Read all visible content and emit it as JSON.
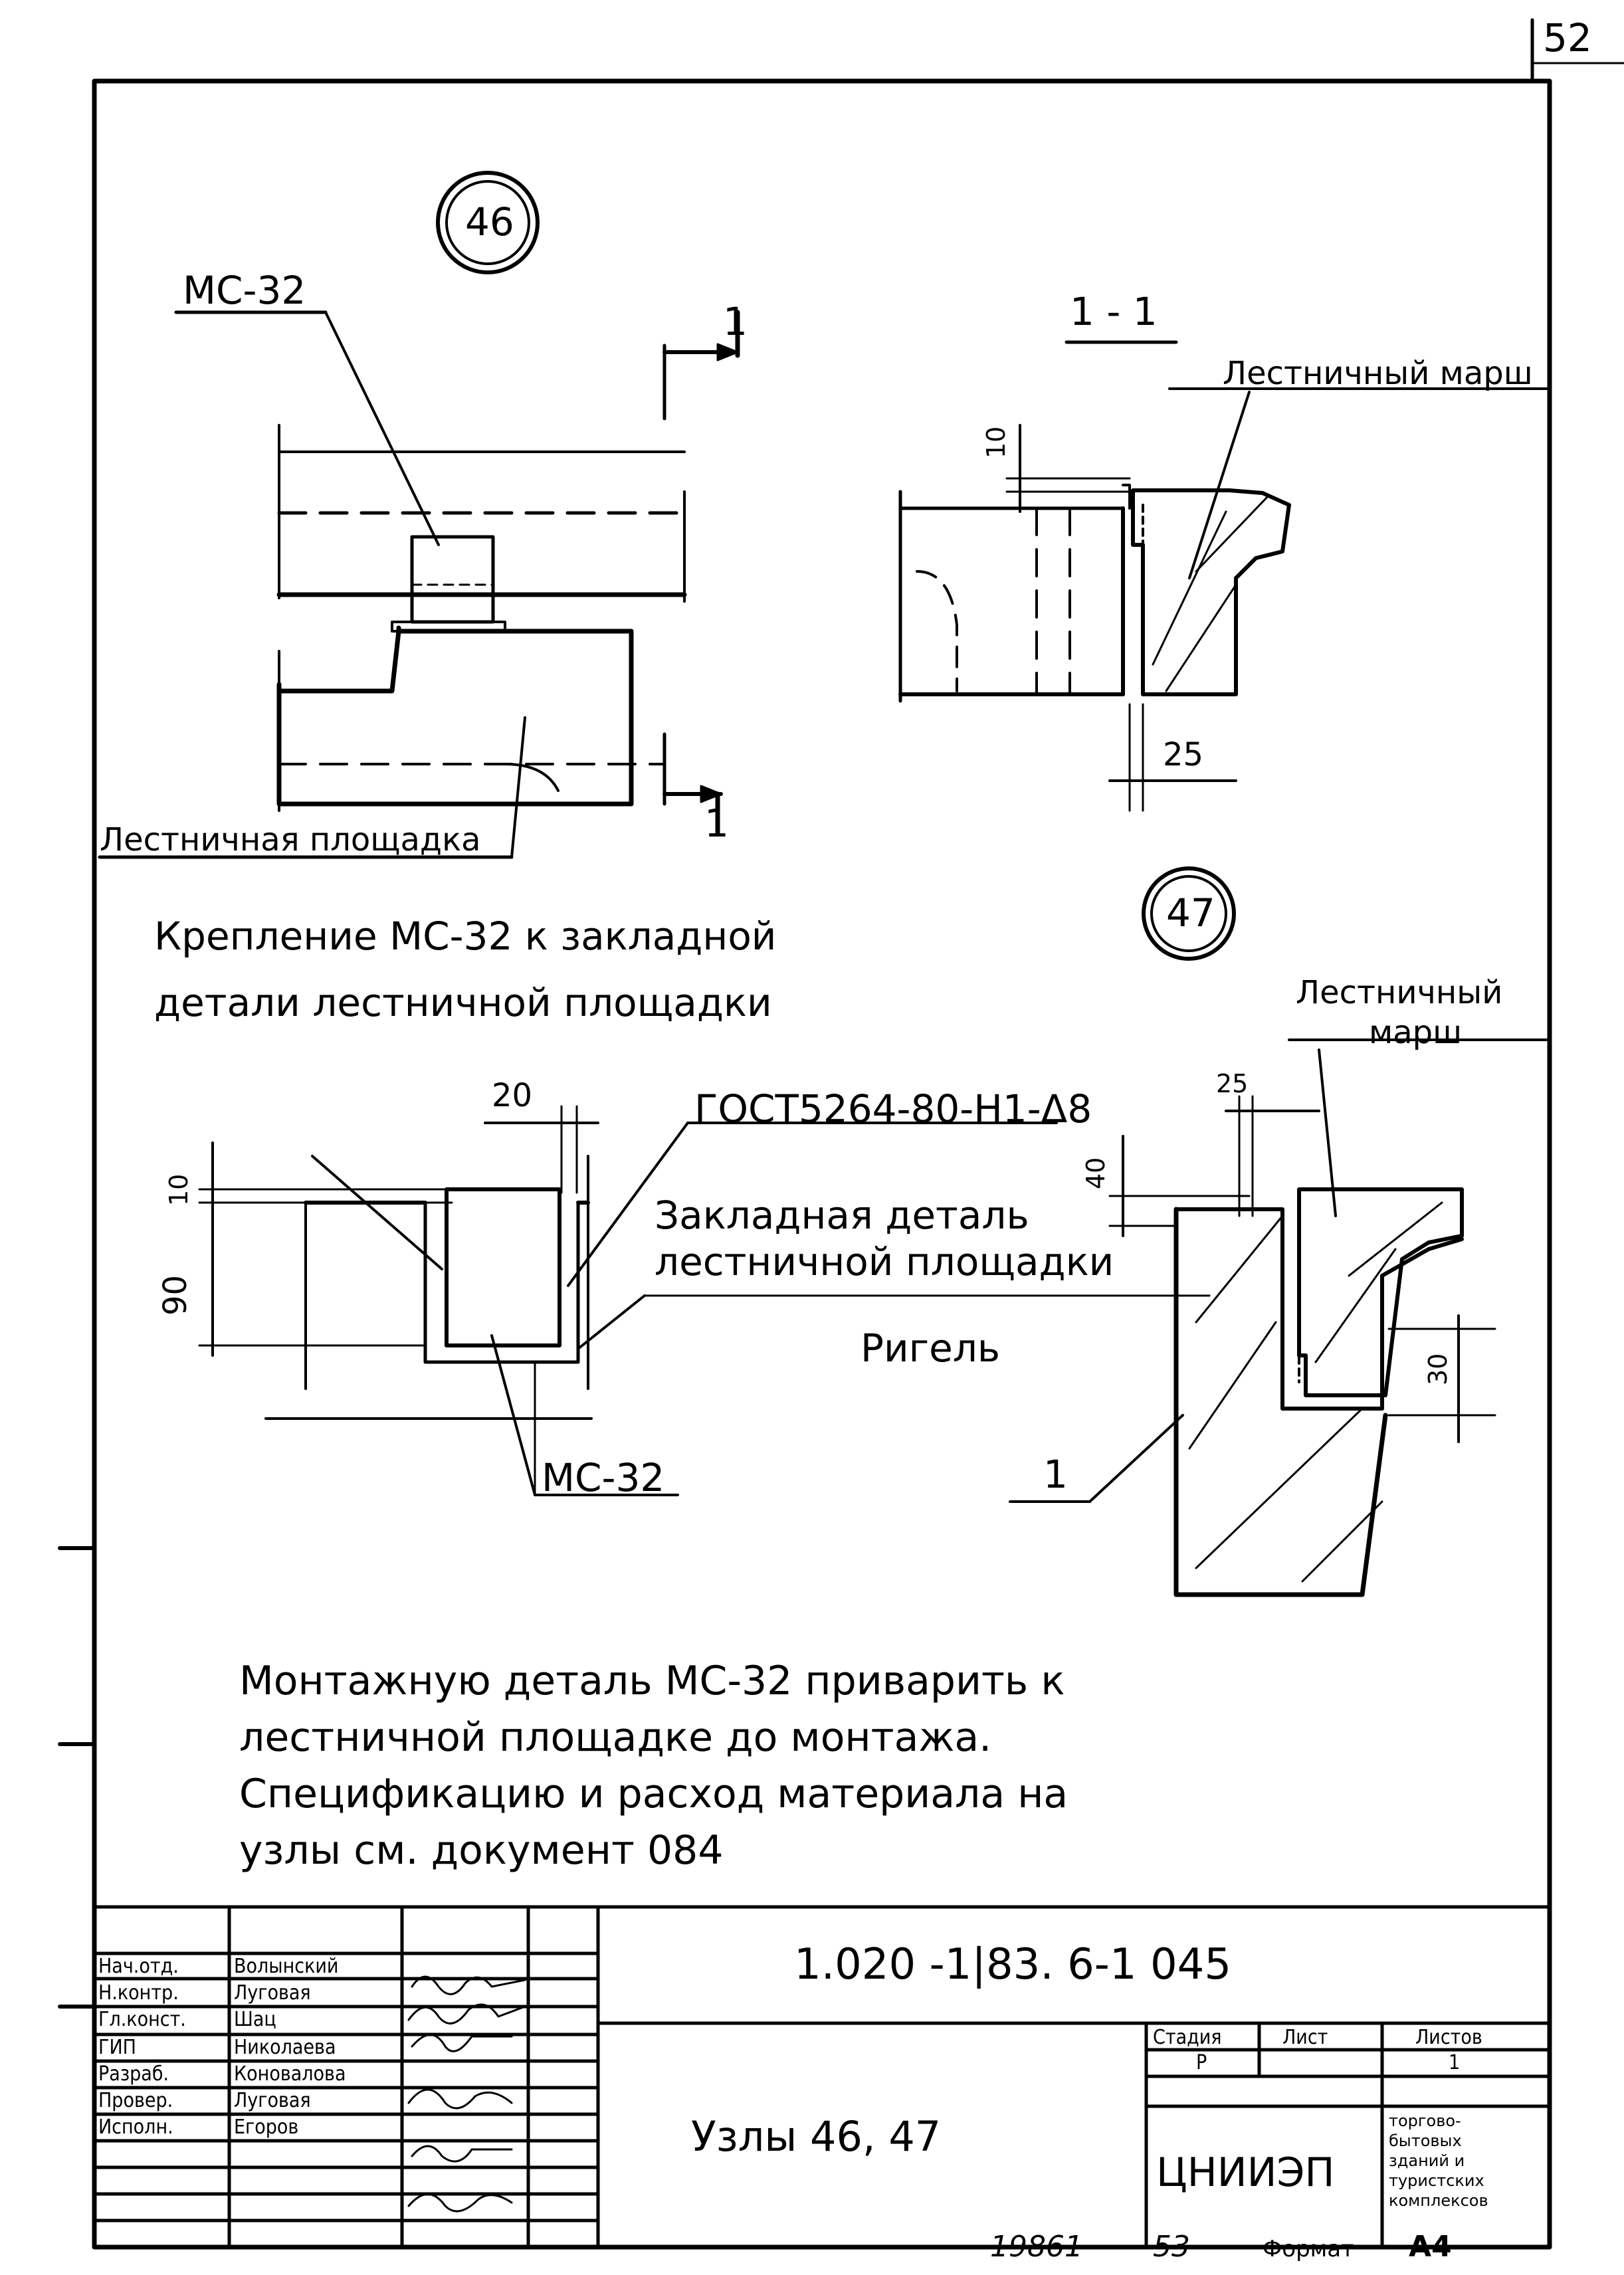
{
  "page_number": "52",
  "detail_46": {
    "marker": "46",
    "part_label": "МС-32",
    "section_mark": "1",
    "landing_label": "Лестничная площадка",
    "caption_line1": "Крепление МС-32 к закладной",
    "caption_line2": "детали лестничной площадки"
  },
  "section_1_1": {
    "title": "1 - 1",
    "flight_label": "Лестничный марш",
    "dim_10": "10",
    "dim_25": "25"
  },
  "weld_detail": {
    "dim_20": "20",
    "dim_10": "10",
    "dim_90": "90",
    "gost": "ГОСТ5264-80-Н1-Δ8",
    "embedded_line1": "Закладная деталь",
    "embedded_line2": "лестничной площадки",
    "rigel": "Ригель",
    "part_label": "МС-32"
  },
  "detail_47": {
    "marker": "47",
    "flight_line1": "Лестничный",
    "flight_line2": "марш",
    "dim_25": "25",
    "dim_40": "40",
    "dim_30": "30",
    "pointer_1": "1"
  },
  "notes": [
    "Монтажную деталь МС-32 приварить к",
    "лестничной площадке до монтажа.",
    "Спецификацию и расход материала на",
    "узлы см. документ 084"
  ],
  "title_block": {
    "doc_code": "1.020 -1|83. 6-1 045",
    "drawing_title": "Узлы 46, 47",
    "roles": [
      "Нач.отд.",
      "Н.контр.",
      "Гл.конст.",
      "ГИП",
      "Разраб.",
      "Провер.",
      "Исполн."
    ],
    "names": [
      "Волынский",
      "Луговая",
      "Шац",
      "Николаева",
      "Коновалова",
      "Луговая",
      "Егоров"
    ],
    "stage_header": "Стадия",
    "sheet_header": "Лист",
    "sheets_header": "Листов",
    "stage_value": "Р",
    "sheet_value": "1",
    "org": "ЦНИИЭП",
    "org_desc": [
      "торгово-",
      "бытовых",
      "зданий и",
      "туристских",
      "комплексов"
    ]
  },
  "bottom_note": {
    "inv": "19861",
    "num": "53",
    "format_label": "Формат",
    "format_value": "А4"
  }
}
